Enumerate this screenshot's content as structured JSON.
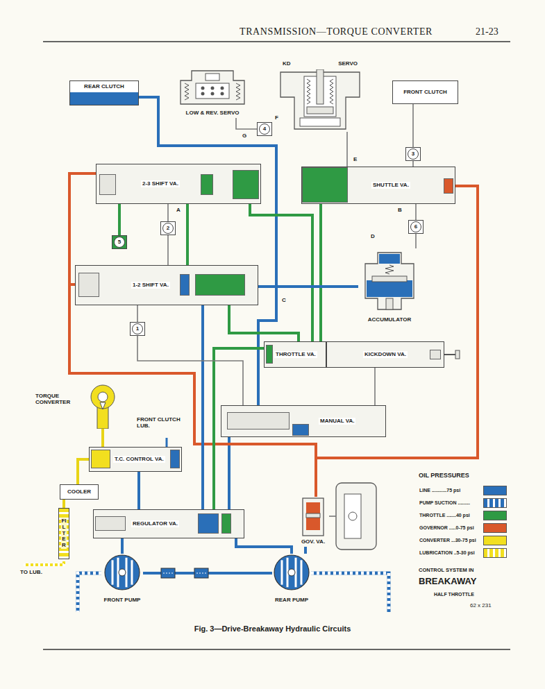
{
  "diagram": {
    "title": "TRANSMISSION—TORQUE CONVERTER",
    "caption": "Fig. 3—Drive-Breakaway Hydraulic Circuits",
    "nodes": [
      {
        "text": [
          "REAR CLUTCH"
        ]
      },
      {
        "text": [
          "LOW & REV. SERVO"
        ]
      },
      {
        "text": [
          "KD",
          "SERVO"
        ]
      },
      {
        "text": [
          "FRONT CLUTCH"
        ]
      },
      {
        "text": [
          "4"
        ]
      },
      {
        "text": [
          "3"
        ]
      },
      {
        "text": [
          "2-3 SHIFT VA."
        ]
      },
      {
        "text": [
          "SHUTTLE VA."
        ]
      },
      {
        "text": [
          "2"
        ]
      },
      {
        "text": [
          "5"
        ]
      },
      {
        "text": [
          "6"
        ]
      },
      {
        "text": [
          "1-2 SHIFT VA."
        ]
      },
      {
        "text": [
          "ACCUMULATOR"
        ]
      },
      {
        "text": [
          "1"
        ]
      },
      {
        "text": [
          "THROTTLE VA."
        ]
      },
      {
        "text": [
          "KICKDOWN VA."
        ]
      },
      {
        "text": [
          "MANUAL VA."
        ]
      },
      {
        "text": [
          "TORQUE CONVERTER"
        ]
      },
      {
        "text": [
          "T.C. CONTROL VA."
        ]
      },
      {
        "text": [
          "COOLER"
        ]
      },
      {
        "text": [
          "FILTER"
        ]
      },
      {
        "text": [
          "REGULATOR VA."
        ]
      },
      {
        "text": [
          "GOV. VA."
        ]
      },
      {
        "text": [
          "FRONT PUMP"
        ]
      },
      {
        "text": [
          "REAR PUMP"
        ]
      }
    ],
    "edges": [
      {
        "from": 0,
        "to": 16,
        "arrow": "none"
      },
      {
        "from": 16,
        "to": 21,
        "arrow": "none"
      },
      {
        "from": 21,
        "to": 18,
        "arrow": "none"
      },
      {
        "from": 18,
        "to": 17,
        "arrow": "none"
      },
      {
        "from": 18,
        "to": 19,
        "arrow": "none"
      },
      {
        "from": 19,
        "to": 20,
        "arrow": "none"
      },
      {
        "from": 23,
        "to": 21,
        "arrow": "none"
      },
      {
        "from": 21,
        "to": 24,
        "arrow": "none"
      },
      {
        "from": 23,
        "to": 24,
        "arrow": "none"
      },
      {
        "from": 24,
        "to": 22,
        "arrow": "none"
      },
      {
        "from": 22,
        "to": 7,
        "arrow": "none"
      },
      {
        "from": 22,
        "to": 11,
        "arrow": "none"
      },
      {
        "from": 22,
        "to": 6,
        "arrow": "none"
      },
      {
        "from": 14,
        "to": 21,
        "arrow": "none"
      },
      {
        "from": 14,
        "to": 11,
        "arrow": "none"
      },
      {
        "from": 14,
        "to": 6,
        "arrow": "none"
      },
      {
        "from": 14,
        "to": 7,
        "arrow": "none"
      },
      {
        "from": 6,
        "to": 11,
        "arrow": "none"
      },
      {
        "from": 6,
        "to": 9,
        "arrow": "none"
      },
      {
        "from": 11,
        "to": 12,
        "arrow": "none"
      },
      {
        "from": 11,
        "to": 21,
        "arrow": "none"
      },
      {
        "from": 3,
        "to": 5,
        "arrow": "none"
      },
      {
        "from": 5,
        "to": 7,
        "arrow": "none"
      },
      {
        "from": 2,
        "to": 7,
        "arrow": "none"
      },
      {
        "from": 1,
        "to": 4,
        "arrow": "none"
      },
      {
        "from": 8,
        "to": 6,
        "arrow": "none"
      },
      {
        "from": 8,
        "to": 11,
        "arrow": "none"
      },
      {
        "from": 13,
        "to": 11,
        "arrow": "none"
      },
      {
        "from": 13,
        "to": 16,
        "arrow": "none"
      },
      {
        "from": 10,
        "to": 7,
        "arrow": "none"
      },
      {
        "from": 10,
        "to": 12,
        "arrow": "none"
      },
      {
        "from": 16,
        "to": 15,
        "arrow": "none"
      }
    ],
    "labels": [
      "21-23",
      "G",
      "F",
      "E",
      "A",
      "B",
      "D",
      "C",
      "FRONT CLUTCH LUB.",
      "TO LUB.",
      "OIL PRESSURES",
      "CONTROL SYSTEM IN",
      "BREAKAWAY",
      "HALF THROTTLE",
      "62 x 231"
    ],
    "legend": [
      {
        "text": "LINE ...........75 psi",
        "color": "#2a6fb8"
      },
      {
        "text": "PUMP SUCTION ........."
      },
      {
        "text": "THROTTLE .......40 psi",
        "color": "#2f9a44"
      },
      {
        "text": "GOVERNOR .....0-75 psi",
        "color": "#d9582b"
      },
      {
        "text": "CONVERTER ...30-75 psi",
        "color": "#f2df1f"
      },
      {
        "text": "LUBRICATION ..5-30 psi"
      }
    ]
  }
}
